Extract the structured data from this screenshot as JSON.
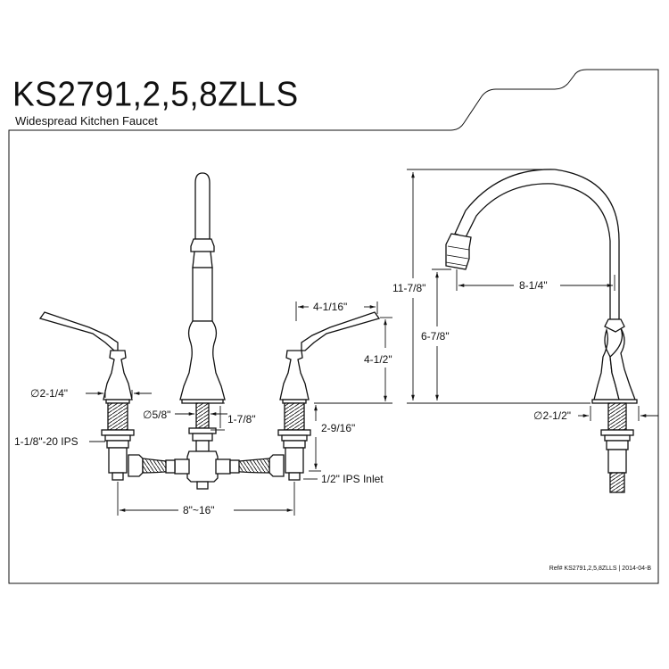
{
  "header": {
    "model": "KS2791,2,5,8ZLLS",
    "description": "Widespread Kitchen Faucet"
  },
  "front_view": {
    "handle_diameter": "∅2-1/4\"",
    "spout_base_diameter": "∅5/8\"",
    "shank_length": "1-7/8\"",
    "handle_width": "4-1/16\"",
    "handle_height": "4-1/2\"",
    "handle_shank": "2-9/16\"",
    "thread": "1-1/8\"-20 IPS",
    "inlet": "1/2\" IPS Inlet",
    "spread": "8\"~16\""
  },
  "side_view": {
    "total_height": "11-7/8\"",
    "spout_height": "6-7/8\"",
    "spout_reach": "8-1/4\"",
    "base_diameter": "∅2-1/2\""
  },
  "footer": {
    "reference": "Ref# KS2791,2,5,8ZLLS | 2014-04-B"
  }
}
